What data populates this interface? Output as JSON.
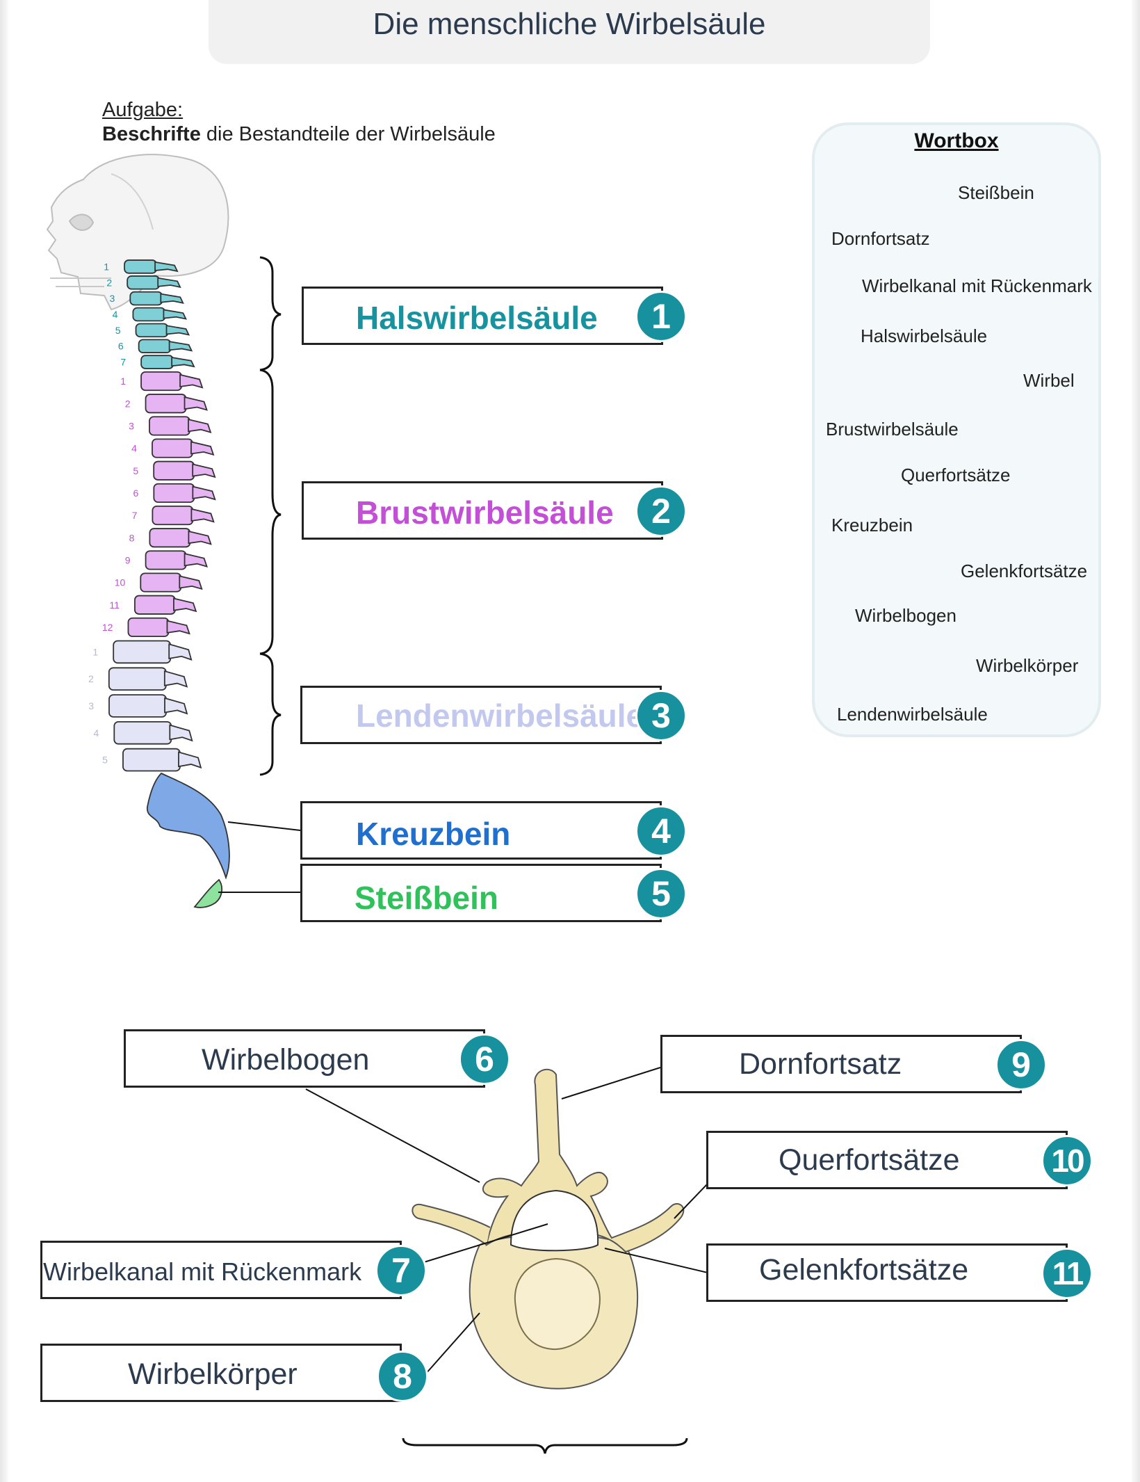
{
  "title": "Die menschliche Wirbelsäule",
  "task": {
    "label": "Aufgabe:",
    "bold": "Beschrifte",
    "rest": " die Bestandteile der Wirbelsäule"
  },
  "wortbox": {
    "title": "Wortbox",
    "words": [
      "Steißbein",
      "Dornfortsatz",
      "Wirbelkanal mit Rückenmark",
      "Halswirbelsäule",
      "Wirbel",
      "Brustwirbelsäule",
      "Querfortsätze",
      "Kreuzbein",
      "Gelenkfortsätze",
      "Wirbelbogen",
      "Wirbelkörper",
      "Lendenwirbelsäule"
    ]
  },
  "spine_labels": [
    {
      "number": "1",
      "text": "Halswirbelsäule",
      "color": "#1793a0"
    },
    {
      "number": "2",
      "text": "Brustwirbelsäule",
      "color": "#c24fd6"
    },
    {
      "number": "3",
      "text": "Lendenwirbelsäule",
      "color": "#c3c8ef"
    },
    {
      "number": "4",
      "text": "Kreuzbein",
      "color": "#1f6fd1"
    },
    {
      "number": "5",
      "text": "Steißbein",
      "color": "#2fc15a"
    }
  ],
  "vertebra_labels": [
    {
      "number": "6",
      "text": "Wirbelbogen"
    },
    {
      "number": "7",
      "text": "Wirbelkanal mit Rückenmark"
    },
    {
      "number": "8",
      "text": "Wirbelkörper"
    },
    {
      "number": "9",
      "text": "Dornfortsatz"
    },
    {
      "number": "10",
      "text": "Querfortsätze"
    },
    {
      "number": "11",
      "text": "Gelenkfortsätze"
    }
  ],
  "vertebra_counts": {
    "cervical": [
      "1",
      "2",
      "3",
      "4",
      "5",
      "6",
      "7"
    ],
    "thoracic": [
      "1",
      "2",
      "3",
      "4",
      "5",
      "6",
      "7",
      "8",
      "9",
      "10",
      "11",
      "12"
    ],
    "lumbar": [
      "1",
      "2",
      "3",
      "4",
      "5"
    ]
  },
  "colors": {
    "cervical": "#7fcfd6",
    "thoracic": "#e6b3f3",
    "lumbar": "#e3e4f5",
    "sacrum": "#7fa9e6",
    "coccyx": "#8de39d",
    "badge": "#16919d",
    "bone": "#f3e7bd"
  }
}
